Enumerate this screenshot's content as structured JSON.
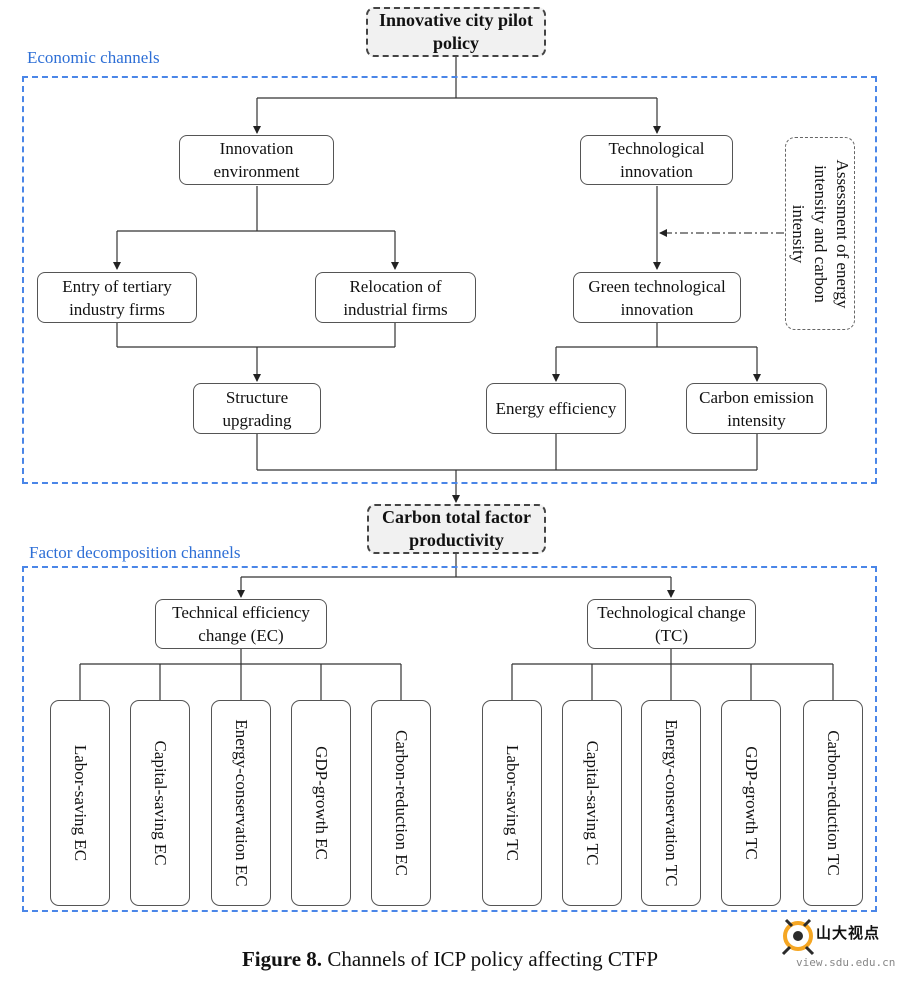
{
  "top": {
    "title": "Innovative city pilot policy"
  },
  "groups": {
    "economic": "Economic channels",
    "factor": "Factor decomposition channels"
  },
  "economic": {
    "innovation_environment": "Innovation environment",
    "technological_innovation": "Technological innovation",
    "assessment": "Assessment of energy intensity and carbon intensity",
    "entry_tertiary": "Entry of tertiary industry firms",
    "relocation_industrial": "Relocation of industrial firms",
    "green_innovation": "Green technological innovation",
    "structure_upgrading": "Structure upgrading",
    "energy_efficiency": "Energy efficiency",
    "carbon_intensity": "Carbon emission intensity"
  },
  "middle": {
    "ctfp": "Carbon total factor productivity"
  },
  "factor": {
    "ec_title": "Technical efficiency change (EC)",
    "tc_title": "Technological change (TC)",
    "ec_items": [
      "Labor-saving EC",
      "Capital-saving EC",
      "Energy-conservation EC",
      "GDP-growth EC",
      "Carbon-reduction EC"
    ],
    "tc_items": [
      "Labor-saving TC",
      "Capital-saving TC",
      "Energy-conservation TC",
      "GDP-growth TC",
      "Carbon-reduction TC"
    ]
  },
  "caption": {
    "label": "Figure 8.",
    "text": " Channels of ICP policy affecting CTFP"
  },
  "watermark": {
    "brand": "山大视点",
    "url": "view.sdu.edu.cn"
  }
}
